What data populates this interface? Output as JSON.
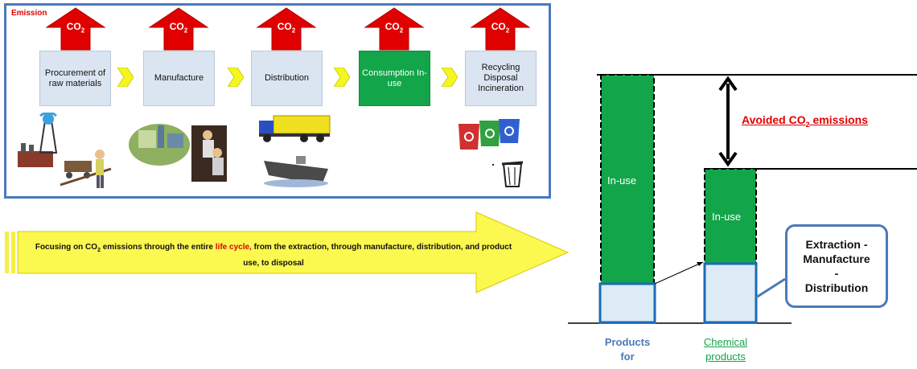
{
  "lifecycle": {
    "emission_label": "Emission",
    "co2_label": "CO",
    "co2_sub": "2",
    "stages": [
      {
        "label": "Procurement of raw materials"
      },
      {
        "label": "Manufacture"
      },
      {
        "label": "Distribution"
      },
      {
        "label": "Consumption In-use"
      },
      {
        "label": "Recycling Disposal Incineration"
      }
    ]
  },
  "focus": {
    "text_before": "Focusing on CO",
    "text_sub": "2",
    "text_mid": " emissions through the entire ",
    "text_highlight": "life cycle,",
    "text_after": " from the extraction, through manufacture, distribution, and product use, to disposal"
  },
  "comparison": {
    "left_bar_label": "In-use",
    "right_bar_label": "In-use",
    "avoided_label": "Avoided CO",
    "avoided_sub": "2",
    "avoided_after": " emissions",
    "callout": "Extraction -\nManufacture\n-\nDistribution",
    "left_axis_label": "Products\nfor",
    "right_axis_label": "Chemical\nproducts"
  },
  "colors": {
    "emission_red": "#e00000",
    "green": "#13a54a",
    "stage_blue": "#dbe5f1",
    "border_blue": "#4a7ab8",
    "chevron_yellow": "#f5f520"
  }
}
